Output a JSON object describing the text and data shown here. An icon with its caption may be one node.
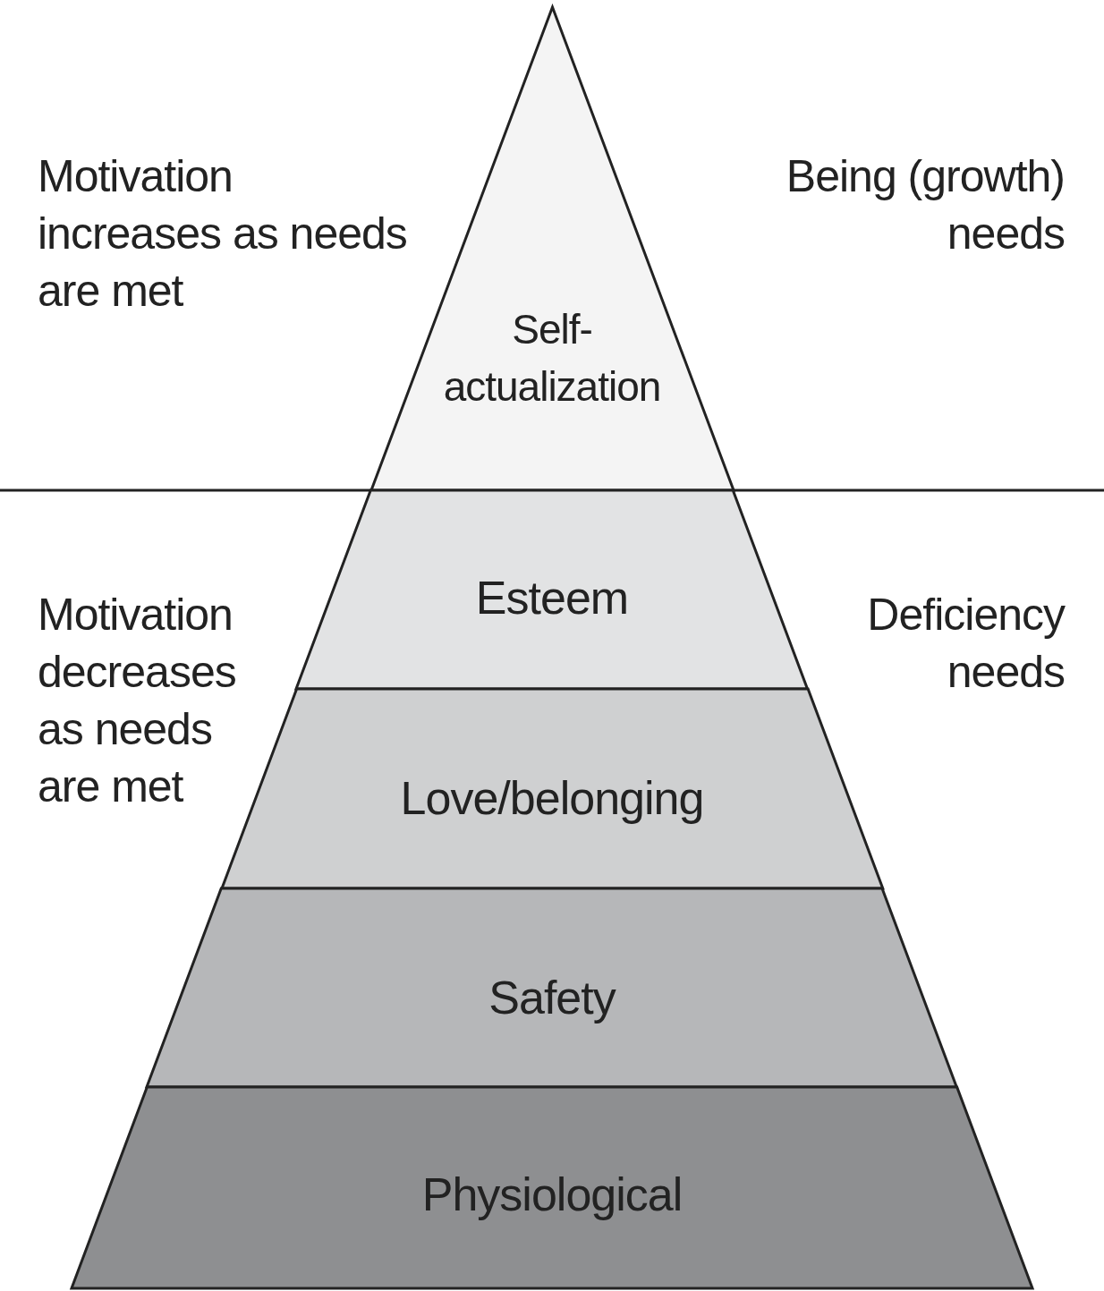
{
  "diagram": {
    "nodes": [
      {
        "text": [
          "Self-actualization"
        ]
      },
      {
        "text": [
          "Esteem"
        ]
      },
      {
        "text": [
          "Love/belonging"
        ]
      },
      {
        "text": [
          "Safety"
        ]
      },
      {
        "text": [
          "Physiological"
        ]
      }
    ],
    "labels": [
      "Motivation increases as needs are met",
      "Being (growth) needs",
      "Motivation decreases as needs are met",
      "Deficiency needs"
    ]
  }
}
